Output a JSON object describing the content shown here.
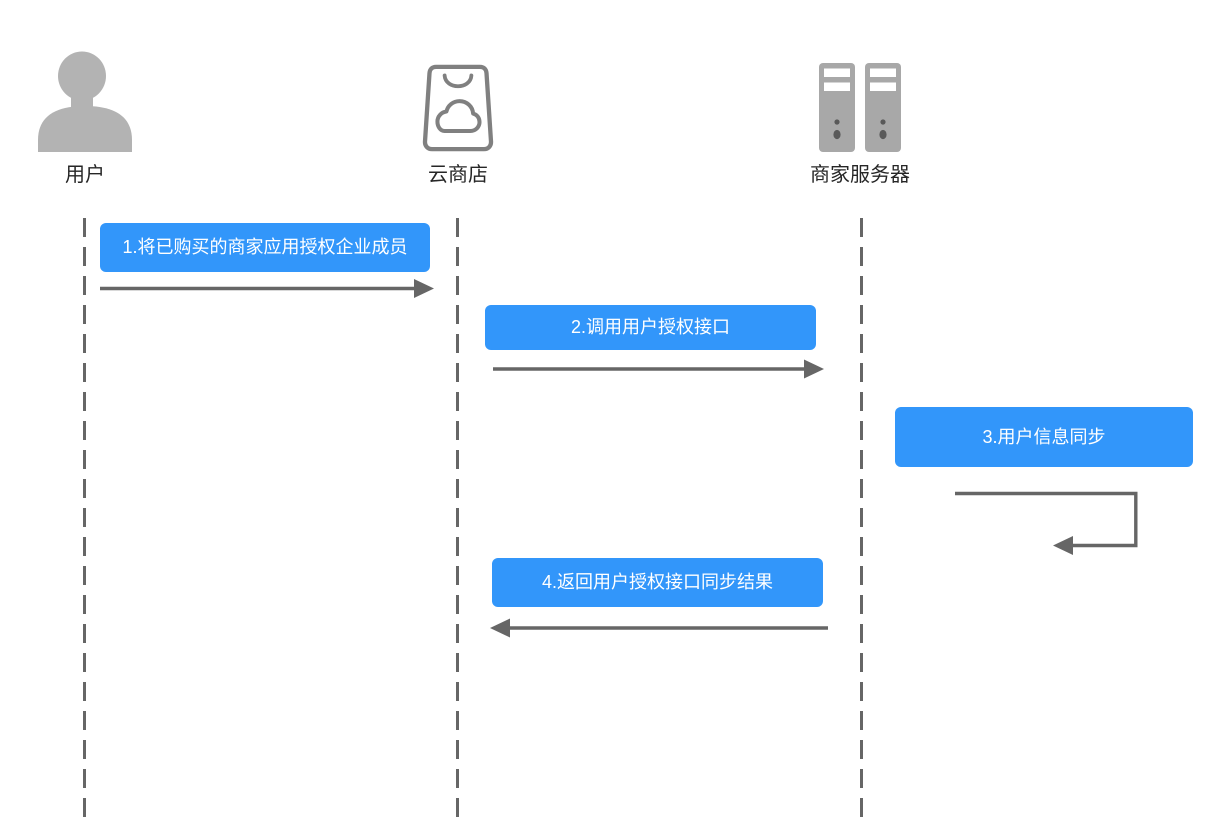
{
  "diagram": {
    "type": "sequence-diagram",
    "actors": [
      {
        "label": "用户",
        "icon": "user-icon"
      },
      {
        "label": "云商店",
        "icon": "shopping-bag-cloud-icon"
      },
      {
        "label": "商家服务器",
        "icon": "server-rack-icon"
      }
    ],
    "messages": [
      {
        "label": "1.将已购买的商家应用授权企业成员",
        "from": "用户",
        "to": "云商店",
        "arrow": "right"
      },
      {
        "label": "2.调用用户授权接口",
        "from": "云商店",
        "to": "商家服务器",
        "arrow": "right"
      },
      {
        "label": "3.用户信息同步",
        "from": "商家服务器",
        "to": "商家服务器",
        "arrow": "self-loop"
      },
      {
        "label": "4.返回用户授权接口同步结果",
        "from": "商家服务器",
        "to": "云商店",
        "arrow": "left"
      }
    ],
    "colors": {
      "message_fill": "#3296FA",
      "message_text": "#FFFFFF",
      "line_gray": "#666666",
      "person_icon_gray": "#B3B3B3",
      "bag_outline_gray": "#808080",
      "server_gray": "#A8A8A8",
      "server_dot_gray": "#595959",
      "actor_label_text": "#262626",
      "background": "#FFFFFF"
    }
  }
}
